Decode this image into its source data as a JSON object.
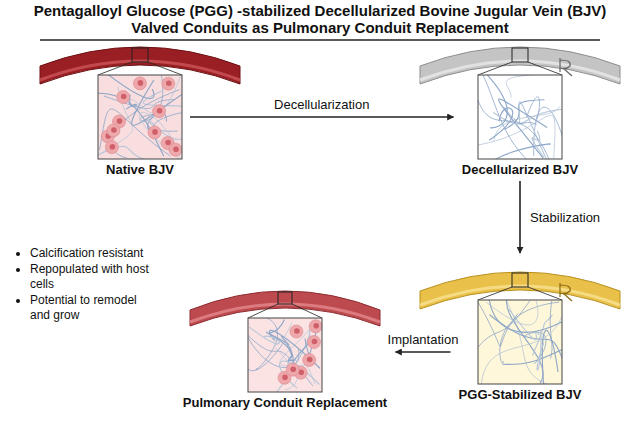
{
  "diagram": {
    "title": "Pentagalloyl Glucose (PGG) -stabilized Decellularized Bovine Jugular Vein (BJV) Valved Conduits as Pulmonary Conduit Replacement",
    "nodes": [
      {
        "text": [
          "Native BJV"
        ]
      },
      {
        "text": [
          "Decellularized BJV"
        ]
      },
      {
        "text": [
          "PGG-Stabilized BJV"
        ]
      },
      {
        "text": [
          "Pulmonary Conduit Replacement"
        ]
      }
    ],
    "edges": [
      {
        "from": 0,
        "to": 1,
        "label": "Decellularization",
        "arrow": "to"
      },
      {
        "from": 1,
        "to": 2,
        "label": "Stabilization",
        "arrow": "to"
      },
      {
        "from": 2,
        "to": 3,
        "label": "Implantation",
        "arrow": "to"
      }
    ],
    "labels": [
      "Calcification resistant",
      "Repopulated with host cells",
      "Potential to remodel and grow"
    ]
  }
}
